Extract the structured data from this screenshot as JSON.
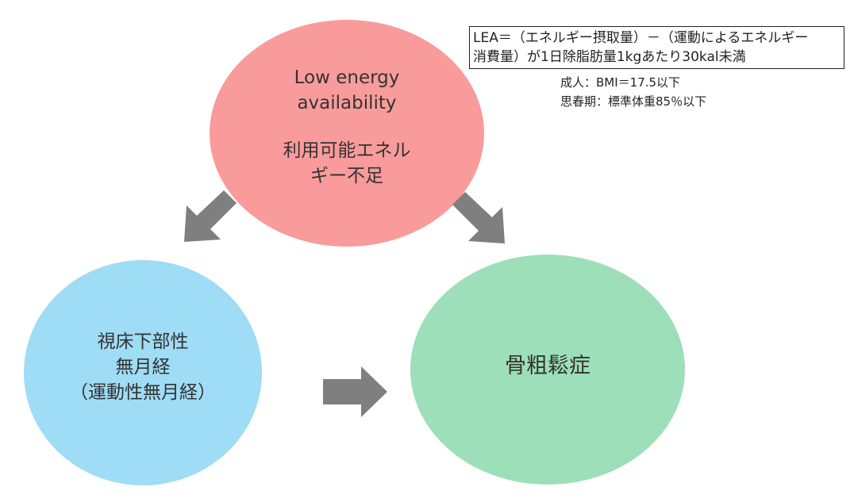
{
  "nodes": {
    "lea": {
      "line1": "Low energy",
      "line2": "availability",
      "line3": "利用可能エネル",
      "line4": "ギー不足",
      "color": "#f99b9b"
    },
    "amenorrhea": {
      "line1": "視床下部性",
      "line2": "無月経",
      "line3": "（運動性無月経）",
      "color": "#9fdcf5"
    },
    "osteoporosis": {
      "line1": "骨粗鬆症",
      "color": "#9ddfb8"
    }
  },
  "definition_box": {
    "line1": "LEA＝（エネルギー摂取量）－（運動によるエネルギー",
    "line2": "消費量）が1日除脂肪量1kgあたり30kal未満"
  },
  "criteria": {
    "adult": "成人：BMI＝17.5以下",
    "adolescent": "思春期：標準体重85％以下"
  },
  "arrow_color": "#7f7f7f"
}
